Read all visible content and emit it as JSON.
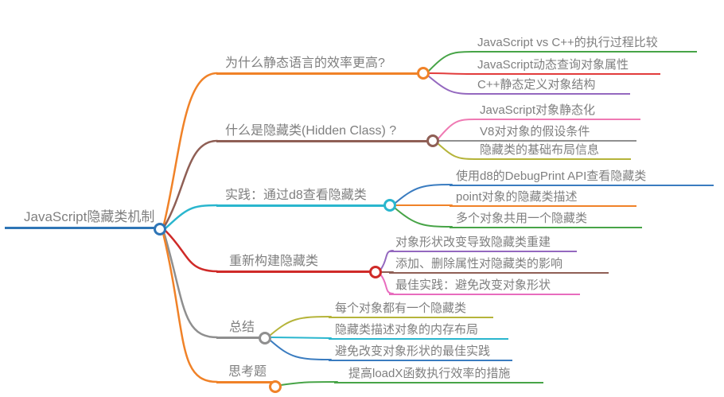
{
  "palette": {
    "blue": "#2e75b6",
    "childBlue": "#3a7cc0",
    "orange": "#f08228",
    "brown": "#8f5f55",
    "cyan": "#2ab6ce",
    "red": "#cf2a28",
    "childRed": "#e23c3c",
    "gray": "#8f8f8f",
    "green": "#47a447",
    "purple": "#9468bf",
    "pink": "#ef7ab3",
    "magenta": "#e86cbe",
    "olive": "#b5b43a",
    "text": "#7f7f7f"
  },
  "mindmap": {
    "root": {
      "label": "JavaScript隐藏类机制",
      "color": "blue"
    },
    "branches": [
      {
        "label": "为什么静态语言的效率更高?",
        "color": "orange",
        "children": [
          {
            "label": "JavaScript vs C++的执行过程比较",
            "color": "green"
          },
          {
            "label": "JavaScript动态查询对象属性",
            "color": "childRed"
          },
          {
            "label": "C++静态定义对象结构",
            "color": "purple"
          }
        ]
      },
      {
        "label": "什么是隐藏类(Hidden Class) ?",
        "color": "brown",
        "children": [
          {
            "label": "JavaScript对象静态化",
            "color": "pink"
          },
          {
            "label": "V8对对象的假设条件",
            "color": "gray"
          },
          {
            "label": "隐藏类的基础布局信息",
            "color": "olive"
          }
        ]
      },
      {
        "label": "实践：通过d8查看隐藏类",
        "color": "cyan",
        "children": [
          {
            "label": "使用d8的DebugPrint API查看隐藏类",
            "color": "childBlue"
          },
          {
            "label": "point对象的隐藏类描述",
            "color": "orange"
          },
          {
            "label": "多个对象共用一个隐藏类",
            "color": "green"
          }
        ]
      },
      {
        "label": "重新构建隐藏类",
        "color": "red",
        "children": [
          {
            "label": "对象形状改变导致隐藏类重建",
            "color": "purple"
          },
          {
            "label": "添加、删除属性对隐藏类的影响",
            "color": "brown"
          },
          {
            "label": "最佳实践：避免改变对象形状",
            "color": "magenta"
          }
        ]
      },
      {
        "label": "总结",
        "color": "gray",
        "children": [
          {
            "label": "每个对象都有一个隐藏类",
            "color": "olive"
          },
          {
            "label": "隐藏类描述对象的内存布局",
            "color": "cyan"
          },
          {
            "label": "避免改变对象形状的最佳实践",
            "color": "childBlue"
          }
        ]
      },
      {
        "label": "思考题",
        "color": "orange",
        "children": [
          {
            "label": "提高loadX函数执行效率的措施",
            "color": "green"
          }
        ]
      }
    ]
  }
}
